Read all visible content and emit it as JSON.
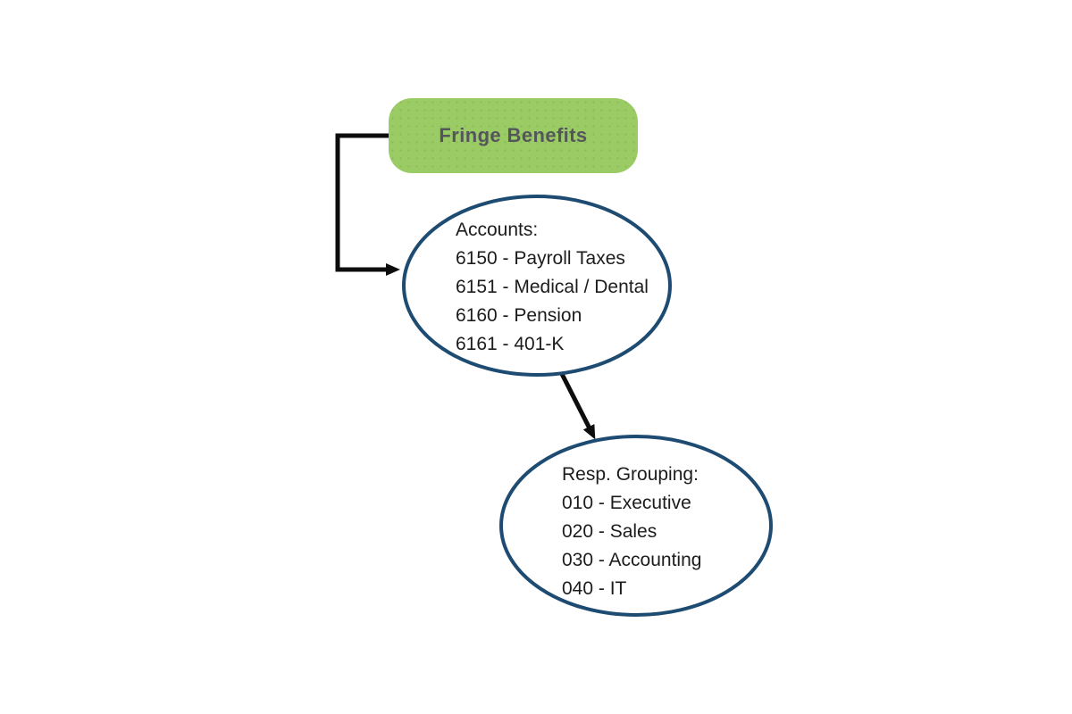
{
  "nodes": {
    "fringe": {
      "label": "Fringe Benefits"
    },
    "accounts": {
      "heading": "Accounts:",
      "items": [
        "6150 - Payroll Taxes",
        "6151 - Medical / Dental",
        "6160 - Pension",
        "6161 - 401-K"
      ]
    },
    "resp_grouping": {
      "heading": "Resp. Grouping:",
      "items": [
        "010 - Executive",
        "020 - Sales",
        "030 - Accounting",
        "040 - IT"
      ]
    }
  },
  "connectors": [
    {
      "from": "fringe",
      "to": "accounts",
      "style": "elbow-left-down-right",
      "arrowhead": "filled-triangle"
    },
    {
      "from": "accounts",
      "to": "resp_grouping",
      "style": "straight-diagonal",
      "arrowhead": "filled-triangle"
    }
  ],
  "colors": {
    "background": "#ffffff",
    "node_green": "#9acb64",
    "node_text": "#54565b",
    "ellipse_stroke": "#1d4b71",
    "arrow": "#0d0d0d",
    "list_text": "#1c1c1c"
  }
}
